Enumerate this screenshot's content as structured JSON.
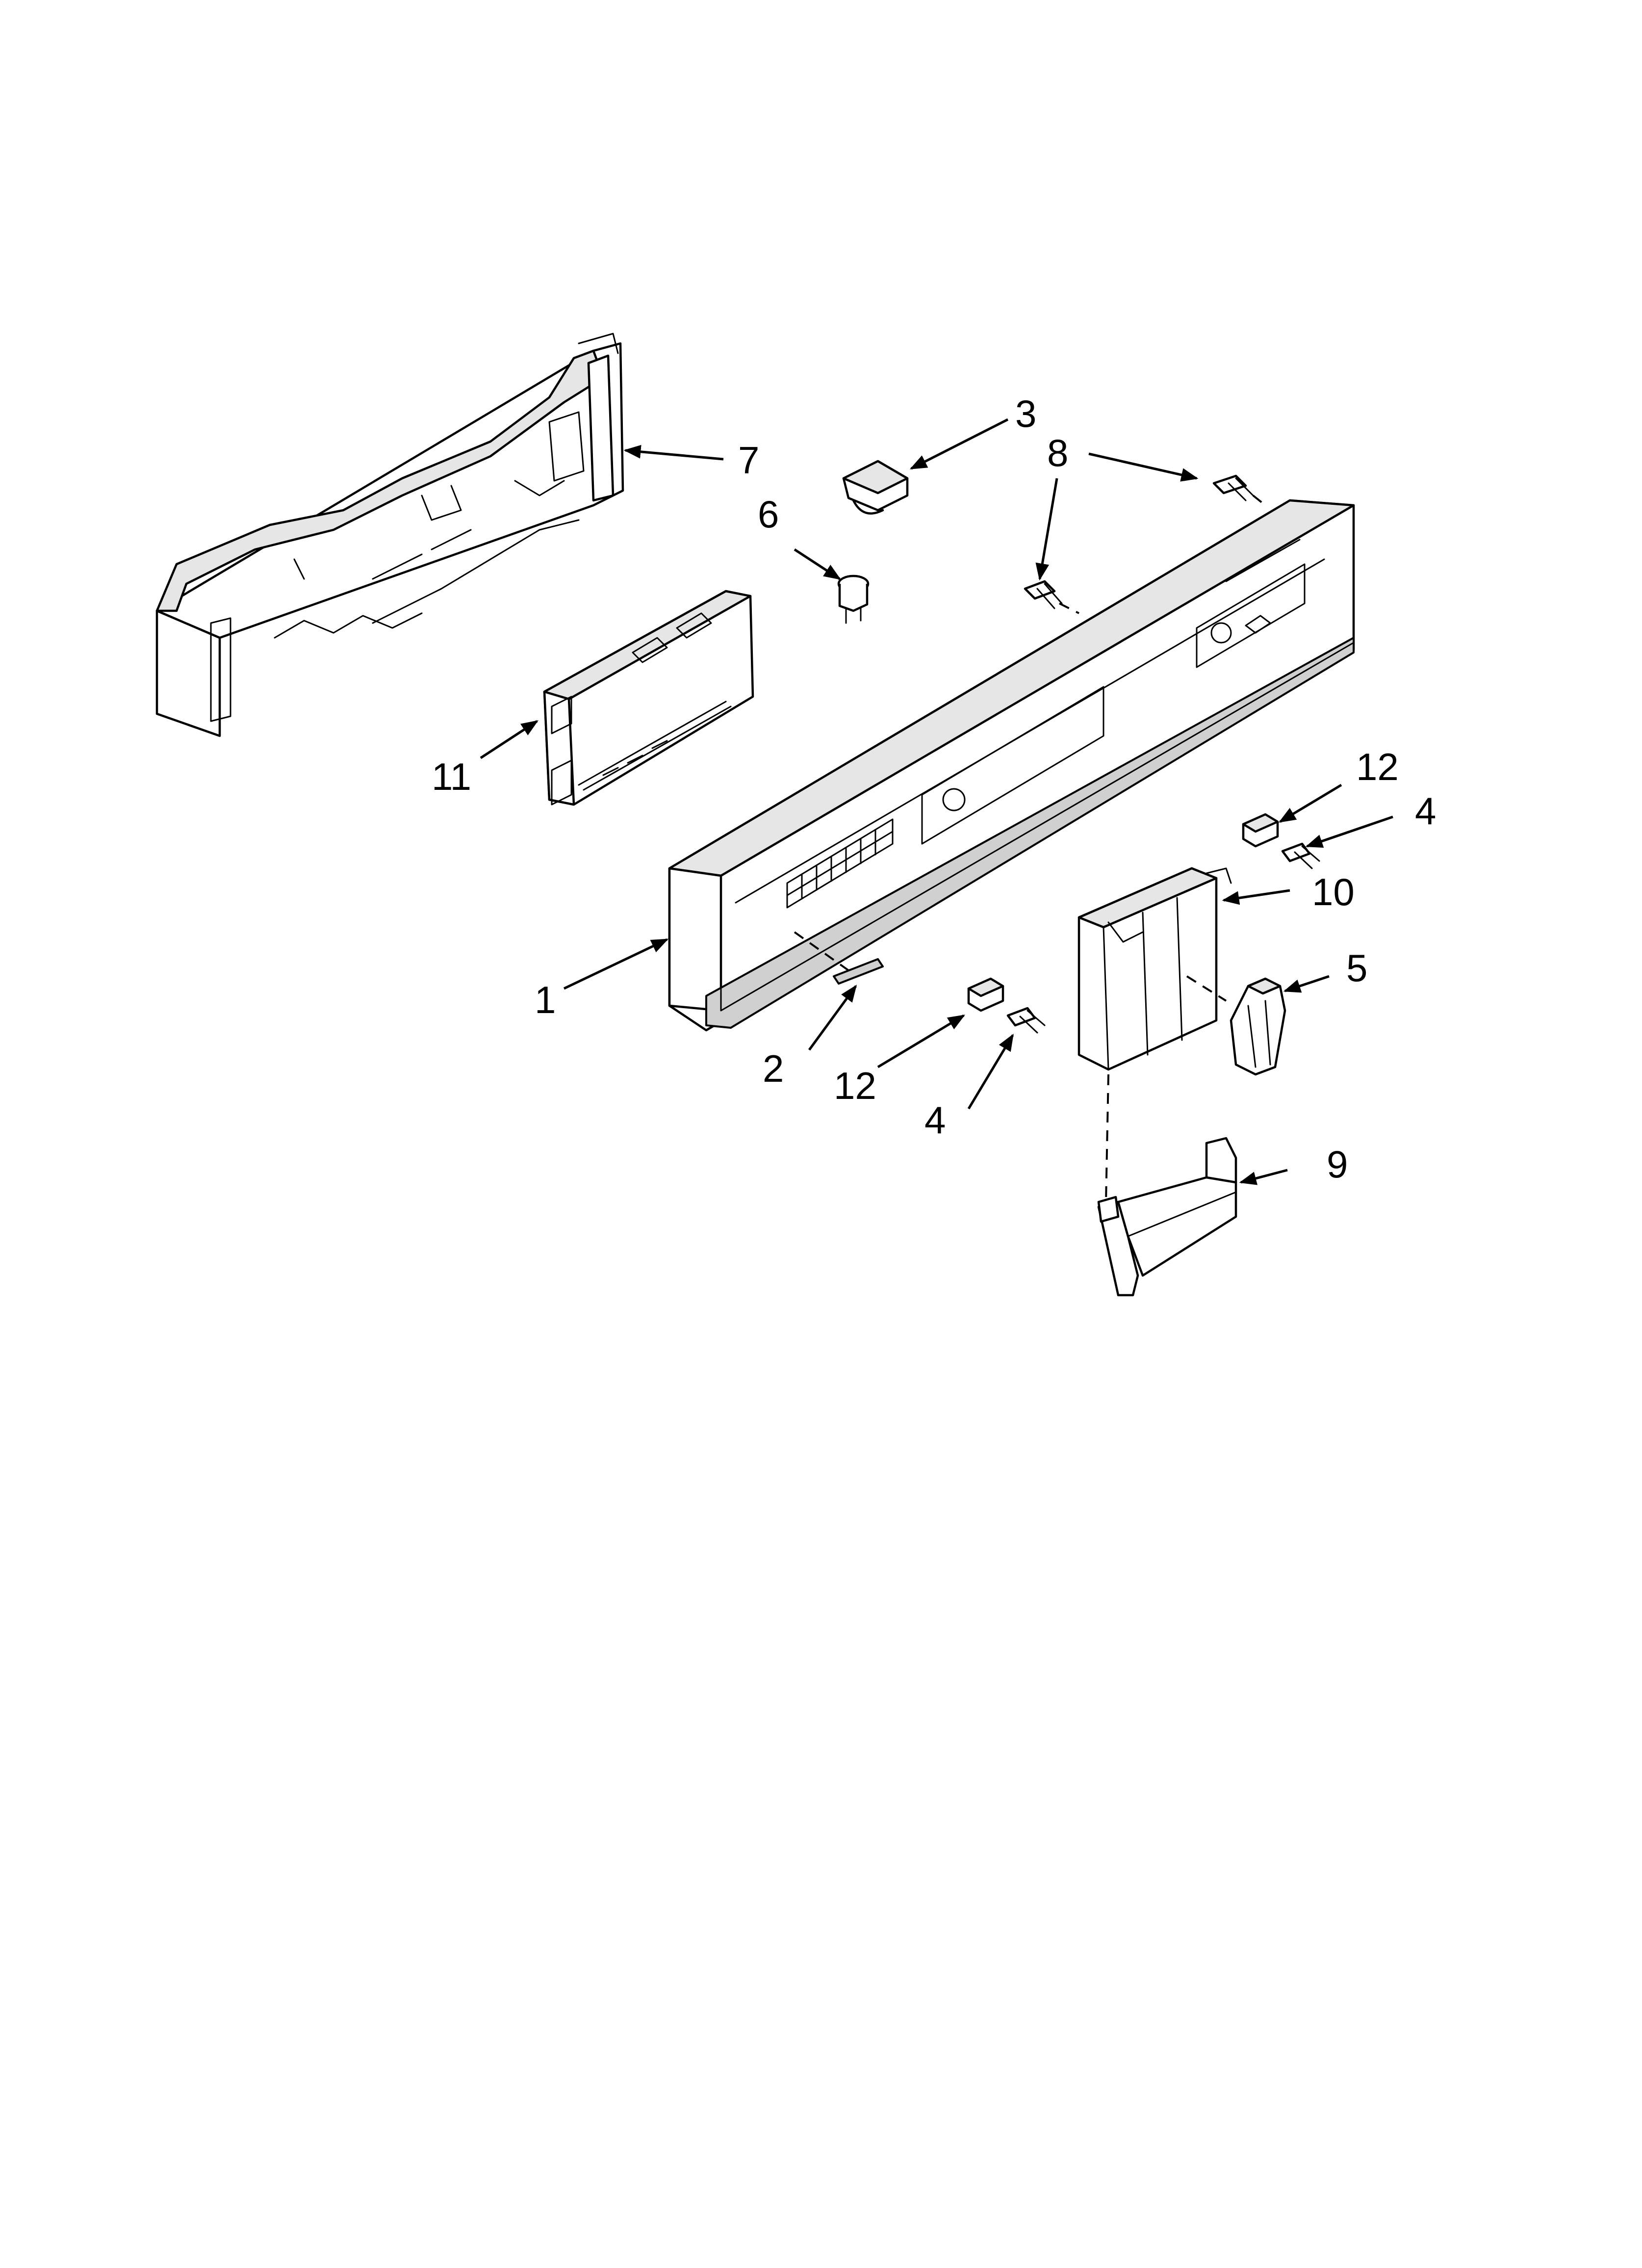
{
  "callouts": [
    {
      "id": "c1",
      "text": "1"
    },
    {
      "id": "c2",
      "text": "2"
    },
    {
      "id": "c3",
      "text": "3"
    },
    {
      "id": "c4a",
      "text": "4"
    },
    {
      "id": "c4b",
      "text": "4"
    },
    {
      "id": "c5",
      "text": "5"
    },
    {
      "id": "c6",
      "text": "6"
    },
    {
      "id": "c7",
      "text": "7"
    },
    {
      "id": "c8",
      "text": "8"
    },
    {
      "id": "c9",
      "text": "9"
    },
    {
      "id": "c10",
      "text": "10"
    },
    {
      "id": "c11",
      "text": "11"
    },
    {
      "id": "c12a",
      "text": "12"
    },
    {
      "id": "c12b",
      "text": "12"
    }
  ]
}
